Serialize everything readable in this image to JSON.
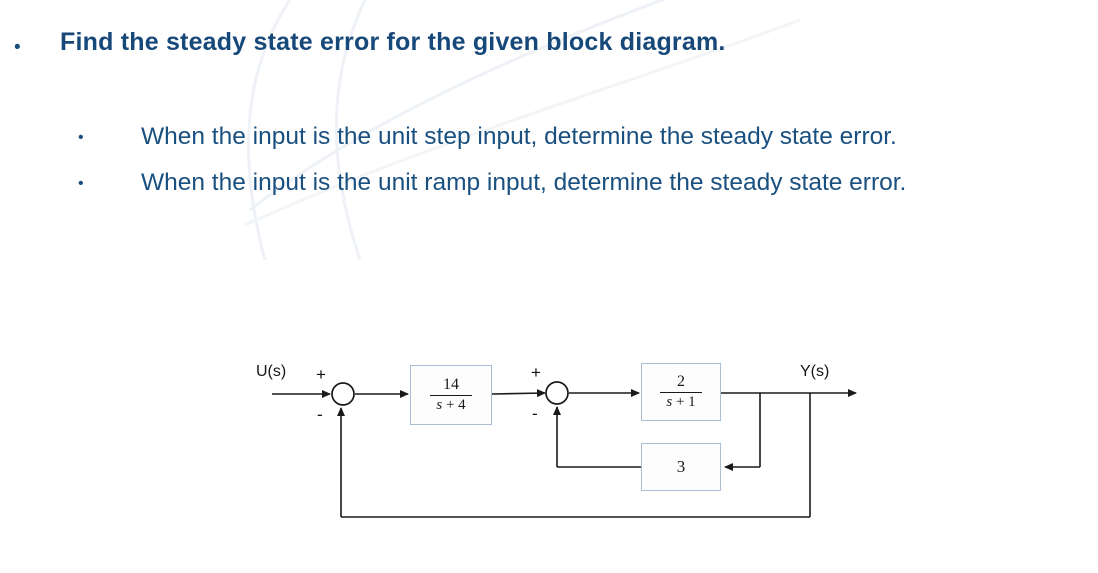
{
  "slide": {
    "background_color": "#ffffff",
    "title_color": "#17487a",
    "body_color": "#1a5080",
    "block_border_color": "#a7bed4",
    "line_color": "#161616"
  },
  "title": {
    "bullet": "•",
    "text": "Find the steady state error for the given block diagram."
  },
  "sub_bullets": [
    {
      "bullet": "•",
      "text": "When the input is the unit step input, determine the steady state error."
    },
    {
      "bullet": "•",
      "text": "When the input is the unit ramp input, determine the steady state error."
    }
  ],
  "diagram": {
    "input_label": "U(s)",
    "output_label": "Y(s)",
    "sum1": {
      "plus": "+",
      "minus": "-"
    },
    "sum2": {
      "plus": "+",
      "minus": "-"
    },
    "blocks": [
      {
        "id": "block-14-s4",
        "numerator": "14",
        "denominator_var": "s",
        "denominator_op": " + ",
        "denominator_const": "4"
      },
      {
        "id": "block-2-s1",
        "numerator": "2",
        "denominator_var": "s",
        "denominator_op": " + ",
        "denominator_const": "1"
      },
      {
        "id": "block-gain-3",
        "gain": "3"
      }
    ]
  }
}
